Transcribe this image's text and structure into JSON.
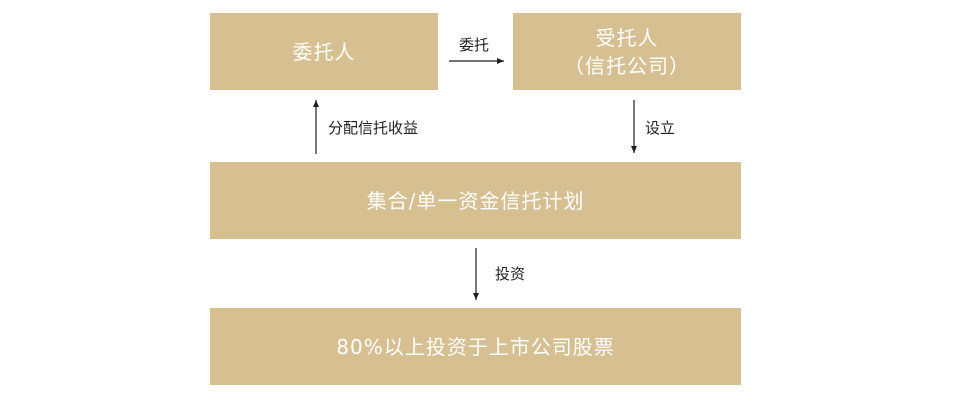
{
  "colors": {
    "box": "#d6bf91",
    "box_text": "#ffffff",
    "label_text": "#1f1f1f",
    "arrow": "#1f1f1f"
  },
  "nodes": {
    "trustor": "委托人",
    "trustee_line1": "受托人",
    "trustee_line2": "（信托公司）",
    "trust_plan": "集合/单一资金信托计划",
    "investment": "80%以上投资于上市公司股票"
  },
  "edges": {
    "entrust": "委托",
    "distribute_income": "分配信托收益",
    "establish": "设立",
    "invest": "投资"
  }
}
